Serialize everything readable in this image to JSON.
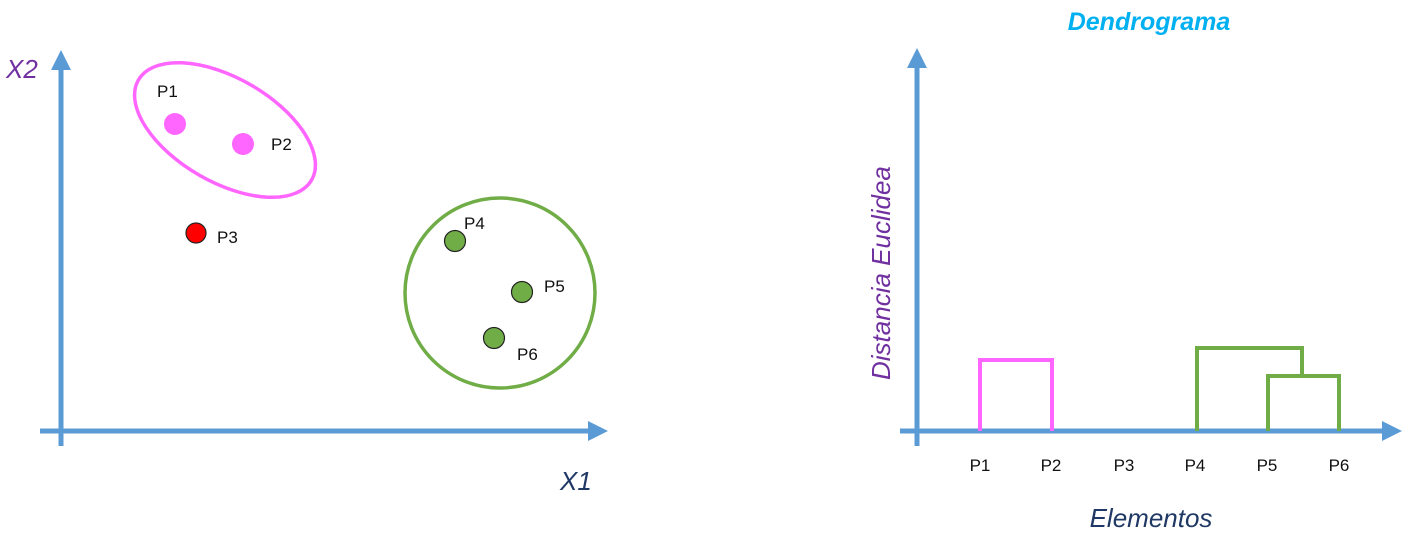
{
  "colors": {
    "axis": "#5B9BD5",
    "cluster_pink": "#FF66FF",
    "cluster_green": "#70AD47",
    "outlier_red": "#FF0000",
    "x2_label": "#7030A0",
    "x1_label": "#1F3864",
    "title": "#00B0F0",
    "elementos": "#1F3864",
    "ylabel_dendro": "#7030A0"
  },
  "scatter": {
    "x_axis_label": "X1",
    "y_axis_label": "X2",
    "points": [
      {
        "label": "P1",
        "group": "pink"
      },
      {
        "label": "P2",
        "group": "pink"
      },
      {
        "label": "P3",
        "group": "red"
      },
      {
        "label": "P4",
        "group": "green"
      },
      {
        "label": "P5",
        "group": "green"
      },
      {
        "label": "P6",
        "group": "green"
      }
    ]
  },
  "dendrogram": {
    "title": "Dendrograma",
    "x_axis_label": "Elementos",
    "y_axis_label": "Distancia Euclidea",
    "leaves": [
      "P1",
      "P2",
      "P3",
      "P4",
      "P5",
      "P6"
    ],
    "merges": [
      {
        "left": "P1",
        "right": "P2",
        "height": 0.2,
        "group": "pink"
      },
      {
        "left": "P5",
        "right": "P6",
        "height": 0.15,
        "group": "green"
      },
      {
        "left": "P4",
        "right": "P5-P6",
        "height": 0.23,
        "group": "green"
      }
    ]
  }
}
